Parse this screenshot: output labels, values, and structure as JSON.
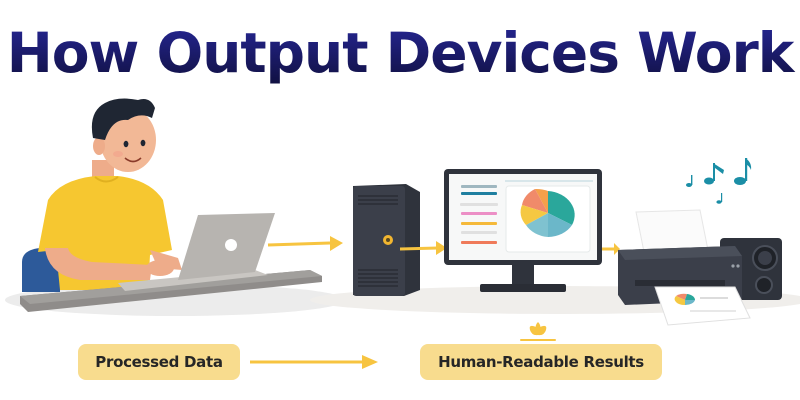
{
  "title": "How Output Devices Work",
  "labels": {
    "processed": "Processed Data",
    "results": "Human-Readable Results"
  },
  "flow": [
    {
      "id": "user-laptop",
      "name": "Person using laptop"
    },
    {
      "id": "cpu-tower",
      "name": "Computer tower (processing)"
    },
    {
      "id": "monitor",
      "name": "Monitor displaying chart"
    },
    {
      "id": "printer-speaker",
      "name": "Printer and speaker output"
    }
  ],
  "colors": {
    "title": "#1d1d6e",
    "arrow": "#f7c440",
    "pill": "#f8dc8e",
    "device_dark": "#3b3f4a",
    "music_note": "#1b8ea6",
    "shirt": "#f6c730"
  },
  "pie_colors": [
    "#f08a6a",
    "#f4a04a",
    "#2aa79b",
    "#6bb7c9",
    "#f5c842"
  ],
  "screen_lines": [
    "#9fb7c0",
    "#1f7fa0",
    "#e0e0e0",
    "#ec8fc6",
    "#f5b93a",
    "#e0e0e0",
    "#ef7a5a"
  ]
}
